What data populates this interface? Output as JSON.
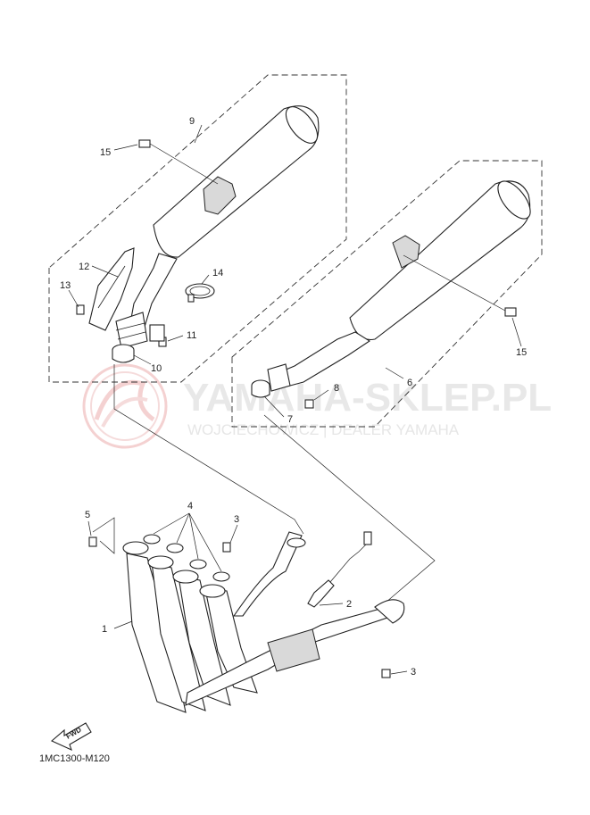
{
  "diagram_code": "1MC1300-M120",
  "watermark": {
    "title": "YAMAHA-SKLEP.PL",
    "subtitle": "WOJCIECHOWICZ | DEALER YAMAHA"
  },
  "direction_badge": "FWD",
  "callouts": {
    "c1": "1",
    "c2": "2",
    "c3a": "3",
    "c3b": "3",
    "c4": "4",
    "c5": "5",
    "c6": "6",
    "c7": "7",
    "c8": "8",
    "c9": "9",
    "c10": "10",
    "c11": "11",
    "c12": "12",
    "c13": "13",
    "c14": "14",
    "c15a": "15",
    "c15b": "15"
  }
}
